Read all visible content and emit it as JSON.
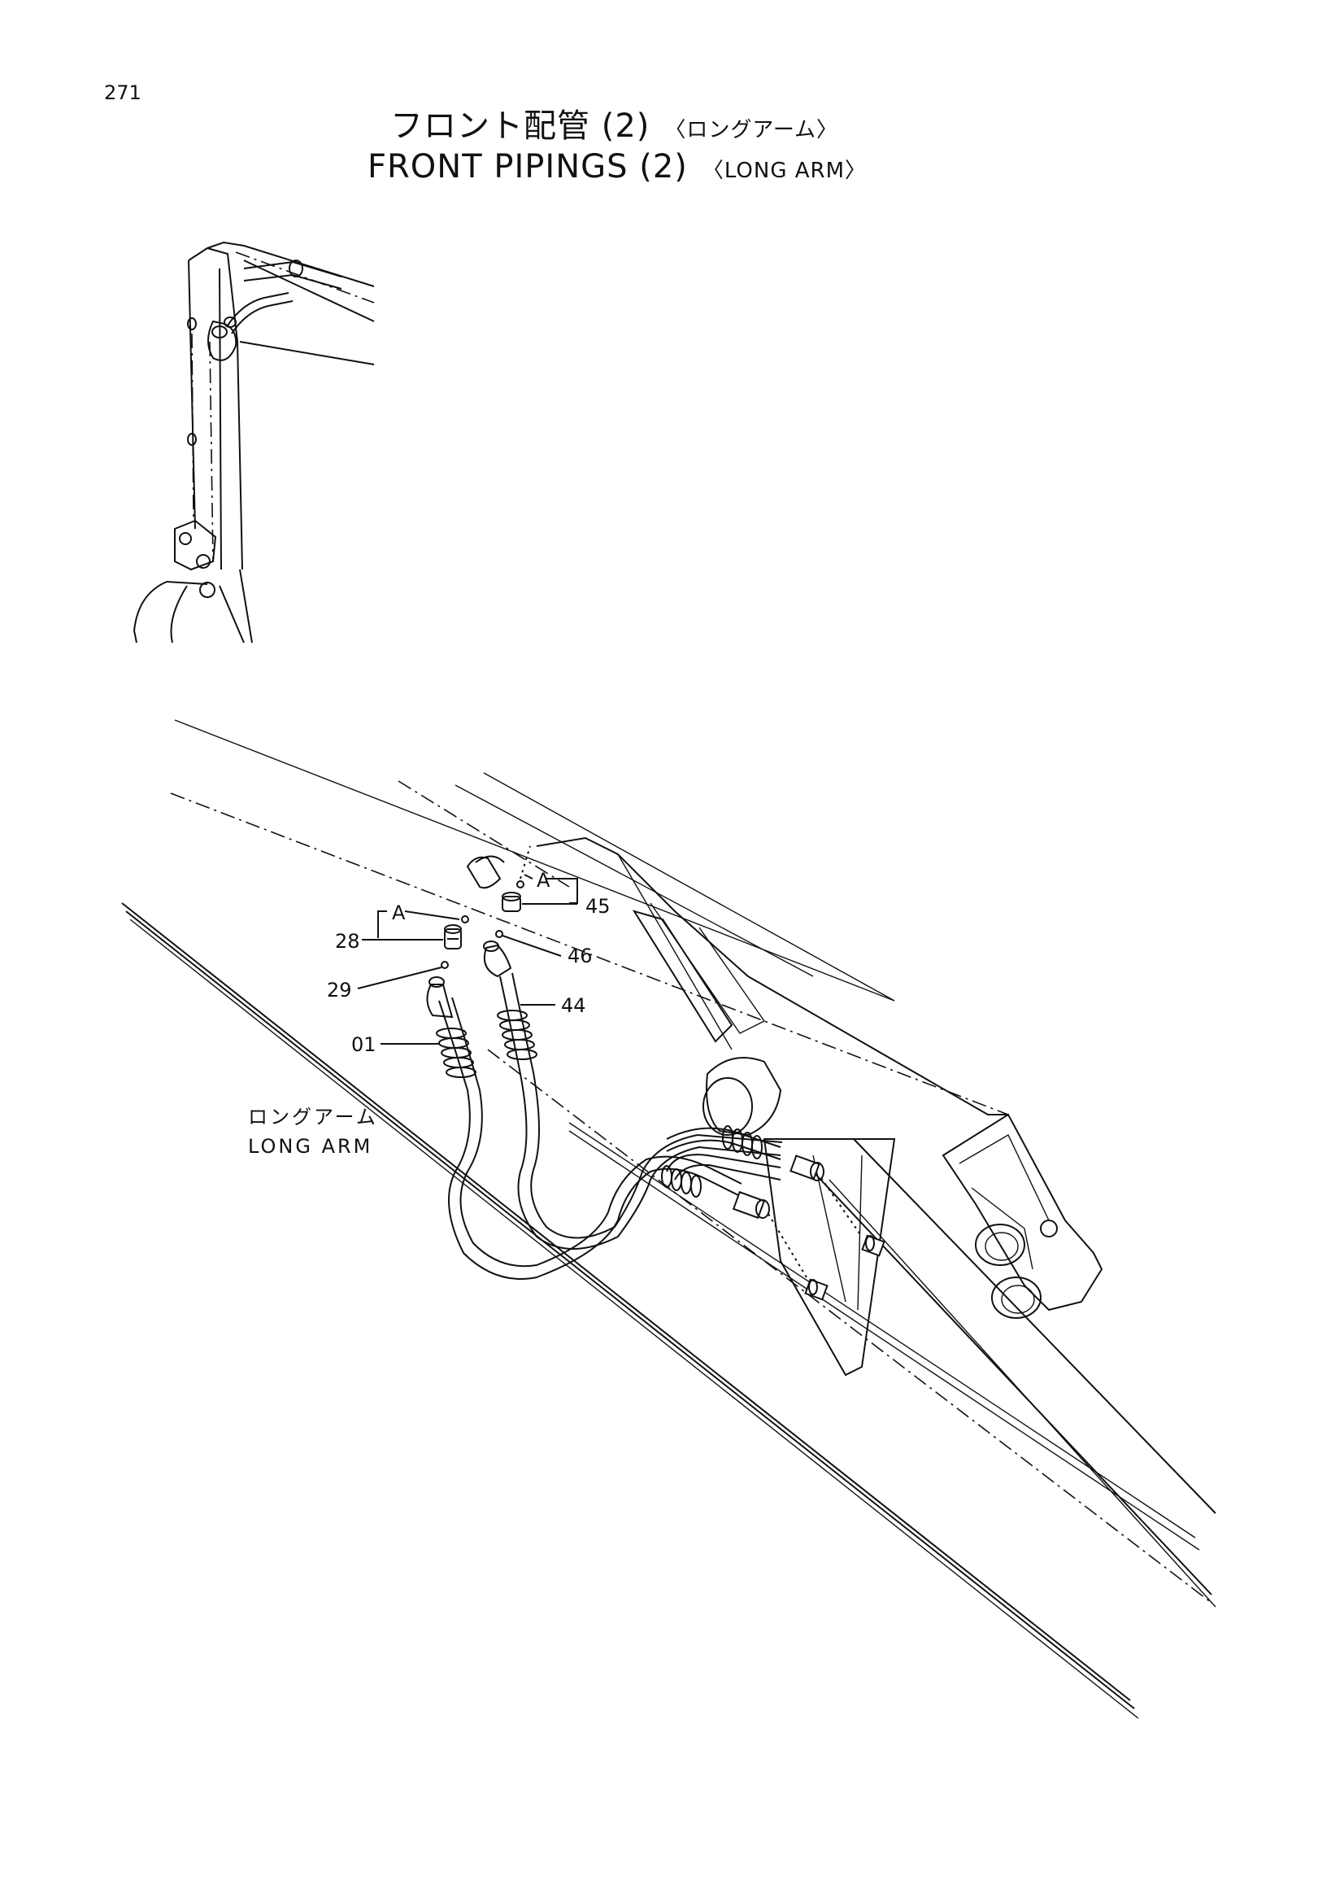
{
  "page_number": "271",
  "title": {
    "jp_main": "フロント配管 (2)",
    "jp_sub": "〈ロングアーム〉",
    "en_main": "FRONT PIPINGS (2)",
    "en_sub": "〈LONG ARM〉"
  },
  "callouts": {
    "part_45": "45",
    "part_28": "28",
    "part_46": "46",
    "part_29": "29",
    "part_44": "44",
    "part_01": "01",
    "detail_a_left": "A",
    "detail_a_right": "A"
  },
  "arm_label": {
    "jp": "ロングアーム",
    "en": "LONG ARM"
  }
}
